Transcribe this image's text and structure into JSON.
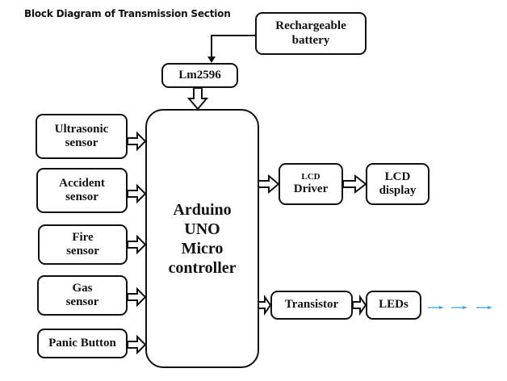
{
  "title": "Block Diagram of Transmission Section",
  "blocks": {
    "battery": [
      "Rechargeable",
      "battery"
    ],
    "regulator": [
      "Lm2596"
    ],
    "controller": [
      "Arduino",
      "UNO",
      "Micro",
      "controller"
    ],
    "inputs": [
      [
        "Ultrasonic",
        "sensor"
      ],
      [
        "Accident",
        "sensor"
      ],
      [
        "Fire",
        "sensor"
      ],
      [
        "Gas",
        "sensor"
      ],
      [
        "Panic Button"
      ]
    ],
    "lcd_driver": [
      "LCD",
      "Driver"
    ],
    "lcd_display": [
      "LCD",
      "display"
    ],
    "transistor": [
      "Transistor"
    ],
    "leds": [
      "LEDs"
    ]
  },
  "colors": {
    "line": "#111111",
    "light_arrows": "#3aa8d8"
  },
  "connections": [
    {
      "from": "battery",
      "to": "regulator",
      "style": "line-arrow"
    },
    {
      "from": "regulator",
      "to": "controller",
      "style": "block-arrow"
    },
    {
      "from": "Ultrasonic sensor",
      "to": "controller",
      "style": "block-arrow"
    },
    {
      "from": "Accident sensor",
      "to": "controller",
      "style": "block-arrow"
    },
    {
      "from": "Fire sensor",
      "to": "controller",
      "style": "block-arrow"
    },
    {
      "from": "Gas sensor",
      "to": "controller",
      "style": "block-arrow"
    },
    {
      "from": "Panic Button",
      "to": "controller",
      "style": "block-arrow"
    },
    {
      "from": "controller",
      "to": "lcd_driver",
      "style": "block-arrow"
    },
    {
      "from": "lcd_driver",
      "to": "lcd_display",
      "style": "block-arrow"
    },
    {
      "from": "controller",
      "to": "transistor",
      "style": "block-arrow"
    },
    {
      "from": "transistor",
      "to": "leds",
      "style": "block-arrow"
    },
    {
      "from": "leds",
      "to": "light-output",
      "style": "dashed-blue-arrows",
      "count": 3
    }
  ]
}
